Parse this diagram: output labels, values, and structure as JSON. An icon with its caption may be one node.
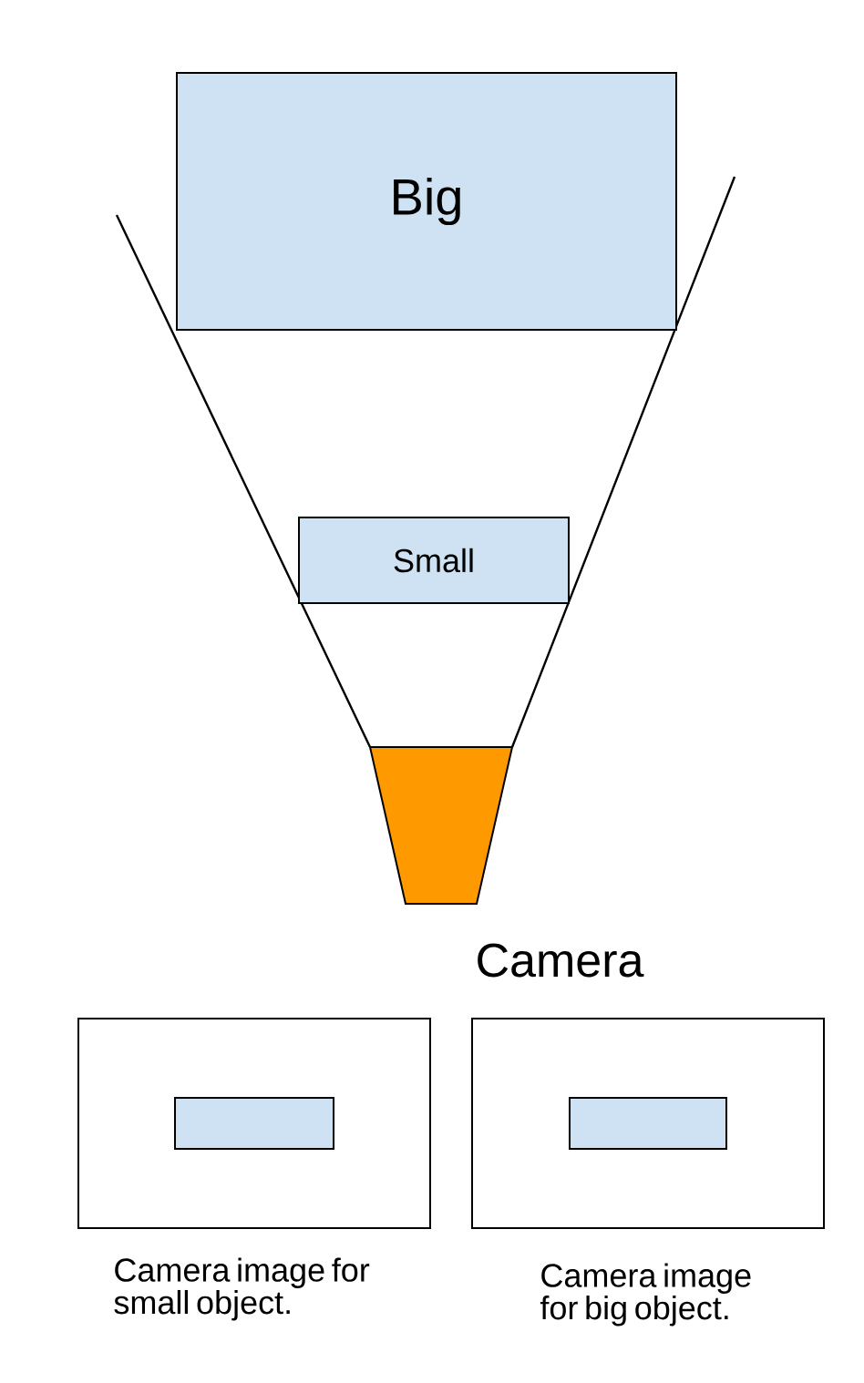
{
  "diagram": {
    "nodes": [
      {
        "text": [
          "Big"
        ]
      },
      {
        "text": [
          "Small"
        ]
      },
      {
        "text": [],
        "shape": "trapezoid",
        "beside": [
          "Camera"
        ]
      },
      {
        "text": [],
        "shape": "box",
        "beside": [
          "Camera image for small object."
        ]
      },
      {
        "text": [],
        "shape": "box",
        "in": 3
      },
      {
        "text": [],
        "shape": "box",
        "beside": [
          "Camera image for big object."
        ]
      },
      {
        "text": [],
        "shape": "box",
        "in": 5
      }
    ]
  }
}
